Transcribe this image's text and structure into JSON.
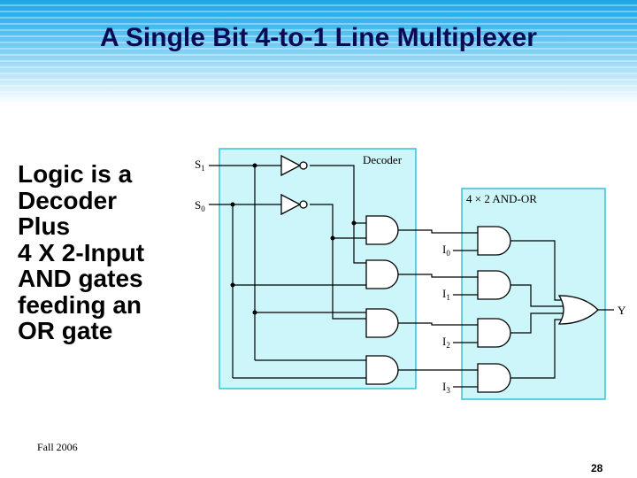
{
  "slide": {
    "title": "A Single Bit 4-to-1 Line Multiplexer",
    "body_lines": [
      "Logic is a",
      "Decoder",
      "Plus",
      "4 X 2-Input",
      "AND gates",
      "feeding an",
      "OR gate"
    ],
    "footer": "Fall 2006",
    "page_number": "28"
  },
  "diagram": {
    "decoder_label": "Decoder",
    "and_or_label": "4 × 2 AND-OR",
    "select_inputs": [
      {
        "base": "S",
        "sub": "1"
      },
      {
        "base": "S",
        "sub": "0"
      }
    ],
    "data_inputs": [
      {
        "base": "I",
        "sub": "0"
      },
      {
        "base": "I",
        "sub": "1"
      },
      {
        "base": "I",
        "sub": "2"
      },
      {
        "base": "I",
        "sub": "3"
      }
    ],
    "output_label": "Y",
    "colors": {
      "box_fill": "#ccf6fa",
      "box_stroke": "#36c0d6",
      "wire": "#000000"
    }
  }
}
